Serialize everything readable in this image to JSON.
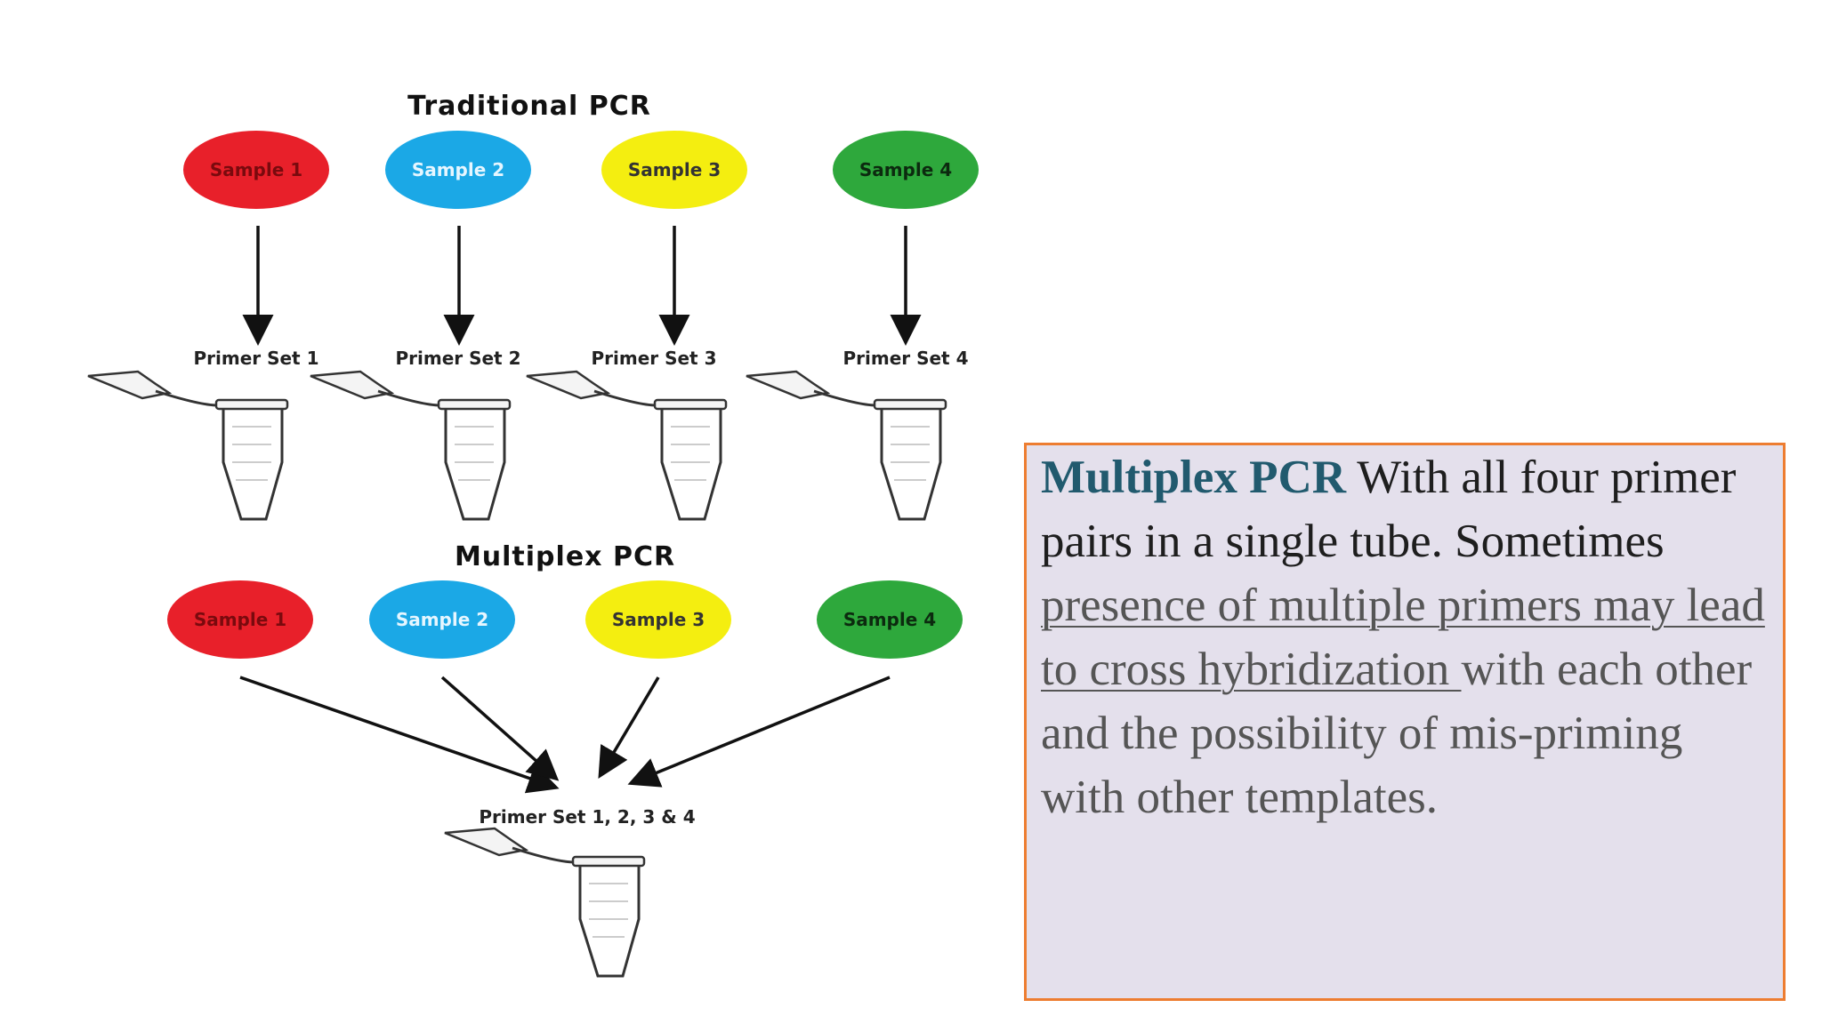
{
  "diagram": {
    "traditional": {
      "title": "Traditional PCR",
      "samples": [
        {
          "label": "Sample 1",
          "color": "#e8202a",
          "text_color": "#7a0a0e"
        },
        {
          "label": "Sample 2",
          "color": "#1ba8e6",
          "text_color": "#e6f6ff"
        },
        {
          "label": "Sample 3",
          "color": "#f4ee10",
          "text_color": "#333333"
        },
        {
          "label": "Sample 4",
          "color": "#2ea83c",
          "text_color": "#0c2a0f"
        }
      ],
      "primer_sets": [
        "Primer Set 1",
        "Primer Set 2",
        "Primer Set 3",
        "Primer Set 4"
      ]
    },
    "multiplex": {
      "title": "Multiplex PCR",
      "samples": [
        {
          "label": "Sample 1",
          "color": "#e8202a",
          "text_color": "#7a0a0e"
        },
        {
          "label": "Sample 2",
          "color": "#1ba8e6",
          "text_color": "#e6f6ff"
        },
        {
          "label": "Sample 3",
          "color": "#f4ee10",
          "text_color": "#333333"
        },
        {
          "label": "Sample 4",
          "color": "#2ea83c",
          "text_color": "#0c2a0f"
        }
      ],
      "primer_set": "Primer Set 1, 2, 3 & 4"
    }
  },
  "textbox": {
    "heading": "Multiplex PCR",
    "part1": " With all four primer pairs in a single tube. Sometimes ",
    "underlined": "presence of multiple primers may lead to cross hybridization ",
    "part2": "with each other and the possibility of mis-priming with other templates.",
    "colors": {
      "heading": "#215a6e",
      "body": "#555555",
      "border": "#ed7d31",
      "background": "#e4e0ec"
    }
  }
}
